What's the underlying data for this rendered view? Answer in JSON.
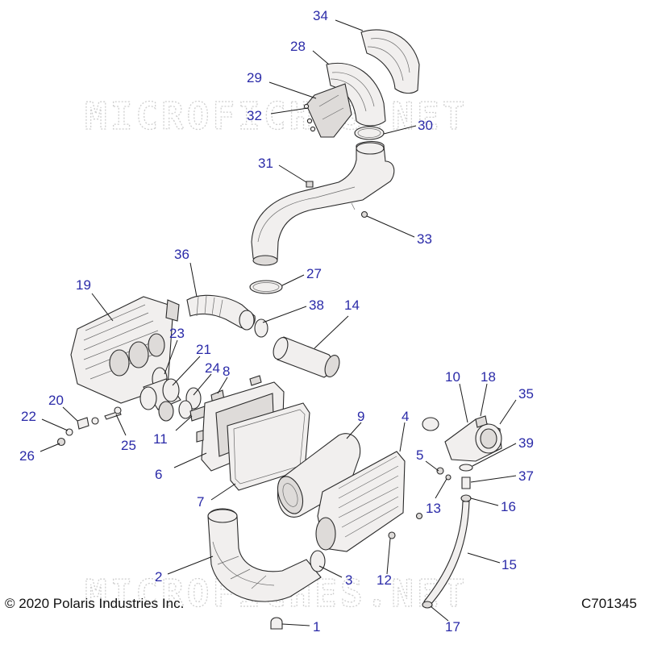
{
  "watermark": "MICROFICHES.NET",
  "copyright": "© 2020 Polaris Industries Inc.",
  "drawing_number": "C701345",
  "callouts": [
    {
      "id": "34",
      "label": "34"
    },
    {
      "id": "28",
      "label": "28"
    },
    {
      "id": "29",
      "label": "29"
    },
    {
      "id": "32",
      "label": "32"
    },
    {
      "id": "30",
      "label": "30"
    },
    {
      "id": "31",
      "label": "31"
    },
    {
      "id": "33",
      "label": "33"
    },
    {
      "id": "36",
      "label": "36"
    },
    {
      "id": "27",
      "label": "27"
    },
    {
      "id": "19",
      "label": "19"
    },
    {
      "id": "38",
      "label": "38"
    },
    {
      "id": "14",
      "label": "14"
    },
    {
      "id": "23",
      "label": "23"
    },
    {
      "id": "21",
      "label": "21"
    },
    {
      "id": "24",
      "label": "24"
    },
    {
      "id": "8",
      "label": "8"
    },
    {
      "id": "20",
      "label": "20"
    },
    {
      "id": "22",
      "label": "22"
    },
    {
      "id": "26",
      "label": "26"
    },
    {
      "id": "25",
      "label": "25"
    },
    {
      "id": "11",
      "label": "11"
    },
    {
      "id": "6",
      "label": "6"
    },
    {
      "id": "9",
      "label": "9"
    },
    {
      "id": "4",
      "label": "4"
    },
    {
      "id": "10",
      "label": "10"
    },
    {
      "id": "18",
      "label": "18"
    },
    {
      "id": "35",
      "label": "35"
    },
    {
      "id": "39",
      "label": "39"
    },
    {
      "id": "5",
      "label": "5"
    },
    {
      "id": "37",
      "label": "37"
    },
    {
      "id": "13",
      "label": "13"
    },
    {
      "id": "16",
      "label": "16"
    },
    {
      "id": "7",
      "label": "7"
    },
    {
      "id": "15",
      "label": "15"
    },
    {
      "id": "2",
      "label": "2"
    },
    {
      "id": "3",
      "label": "3"
    },
    {
      "id": "12",
      "label": "12"
    },
    {
      "id": "1",
      "label": "1"
    },
    {
      "id": "17",
      "label": "17"
    }
  ]
}
